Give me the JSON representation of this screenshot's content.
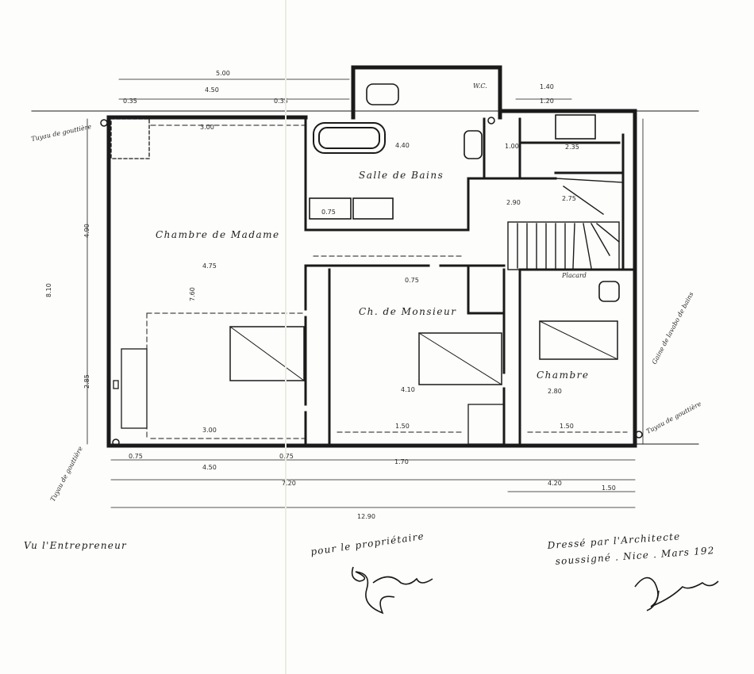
{
  "rooms": {
    "madame": "Chambre de Madame",
    "monsieur": "Ch. de Monsieur",
    "bains": "Salle de Bains",
    "chambre": "Chambre"
  },
  "notes": {
    "wc": "W.C.",
    "placard": "Placard",
    "gaine": "Gaine de lavabo de bains",
    "tuyau_left": "Tuyau de gouttière",
    "tuyau_topleft": "Tuyau de gouttière",
    "tuyau_right": "Tuyau de gouttière"
  },
  "dims": {
    "d_5_00": "5.00",
    "d_4_50_top": "4.50",
    "d_0_35_a": "0.35",
    "d_0_35_b": "0.35",
    "d_1_40": "1.40",
    "d_1_20": "1.20",
    "d_3_00_top": "3.00",
    "d_4_40": "4.40",
    "d_1_00": "1.00",
    "d_2_35": "2.35",
    "d_4_90": "4.90",
    "d_8_10": "8.10",
    "d_4_75": "4.75",
    "d_7_60": "7.60",
    "d_2_85": "2.85",
    "d_3_00_bot": "3.00",
    "d_4_50_bot": "4.50",
    "d_0_75_a": "0.75",
    "d_0_75_b": "0.75",
    "d_1_50_a": "1.50",
    "d_1_70": "1.70",
    "d_4_10": "4.10",
    "d_4_20": "4.20",
    "d_1_50_b": "1.50",
    "d_1_50_c": "1.50",
    "d_7_20": "7.20",
    "d_12_90": "12.90",
    "d_2_90": "2.90",
    "d_2_80": "2.80",
    "d_2_75": "2.75",
    "d_0_75_c": "0.75",
    "d_0_75_d": "0.75"
  },
  "footer": {
    "entrepreneur": "Vu l'Entrepreneur",
    "proprietaire": "pour le propriétaire",
    "dresse_line1": "Dressé par l'Architecte",
    "dresse_line2": "soussigné . Nice . Mars 192"
  }
}
